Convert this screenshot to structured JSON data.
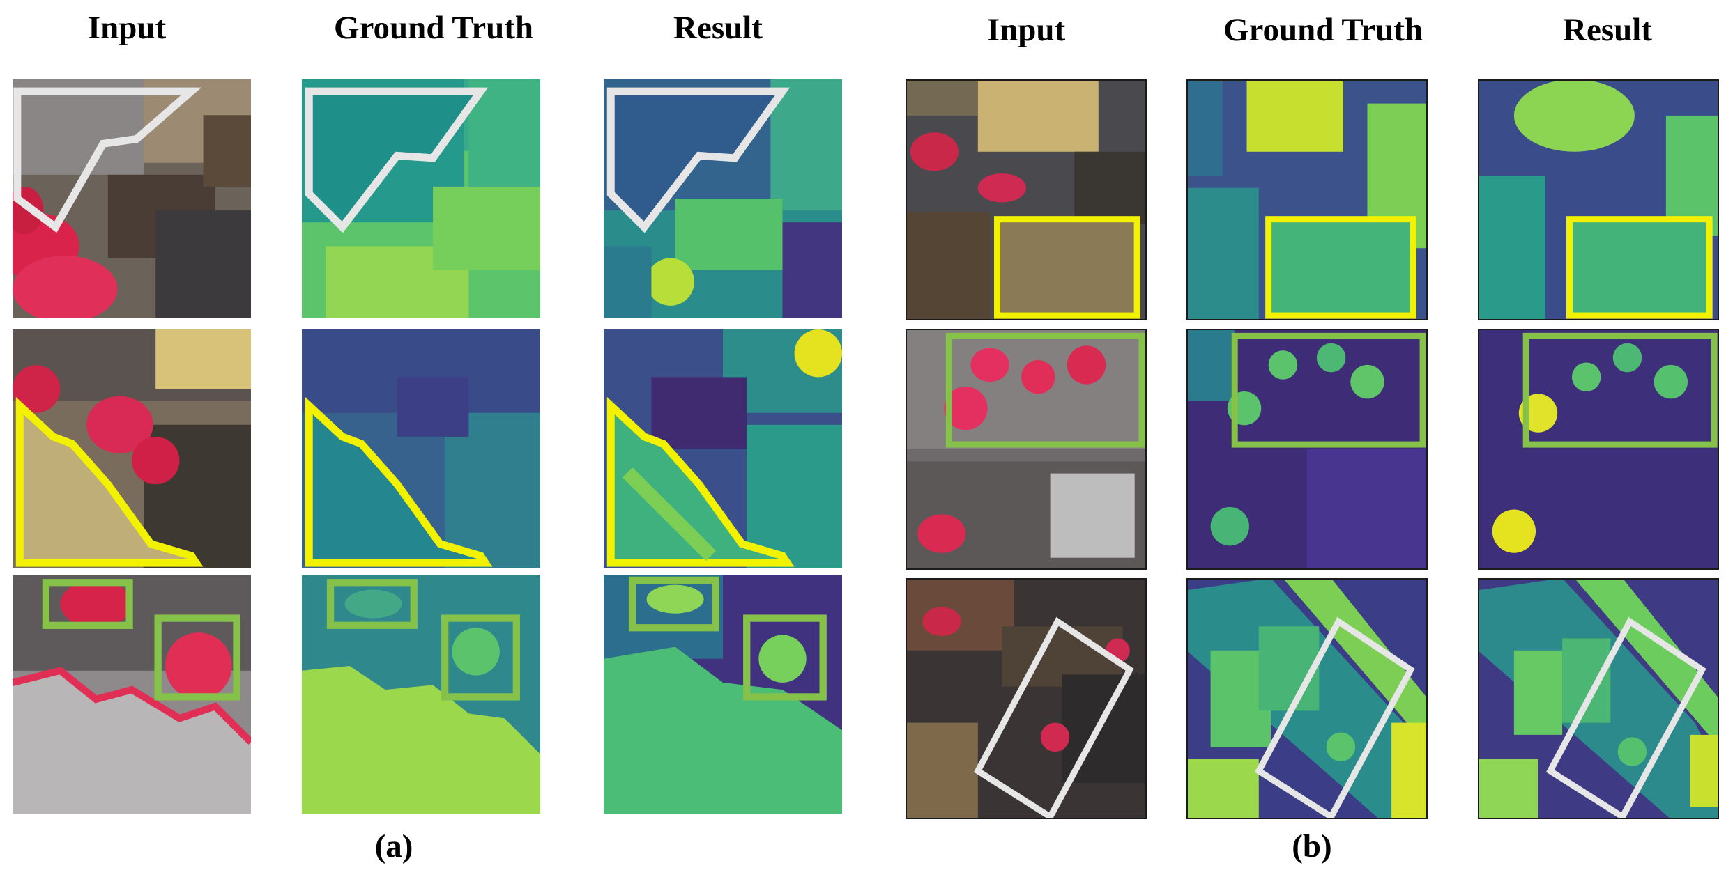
{
  "panel_a": {
    "headers": [
      "Input",
      "Ground Truth",
      "Result"
    ],
    "caption": "(a)"
  },
  "panel_b": {
    "headers": [
      "Input",
      "Ground Truth",
      "Result"
    ],
    "caption": "(b)"
  },
  "colors": {
    "highlight_white": "#e6e6e6",
    "highlight_yellow": "#f2f200",
    "highlight_green": "#86c24a",
    "colormap": [
      "#440154",
      "#3b528b",
      "#21908c",
      "#5dc863",
      "#fde725"
    ]
  }
}
